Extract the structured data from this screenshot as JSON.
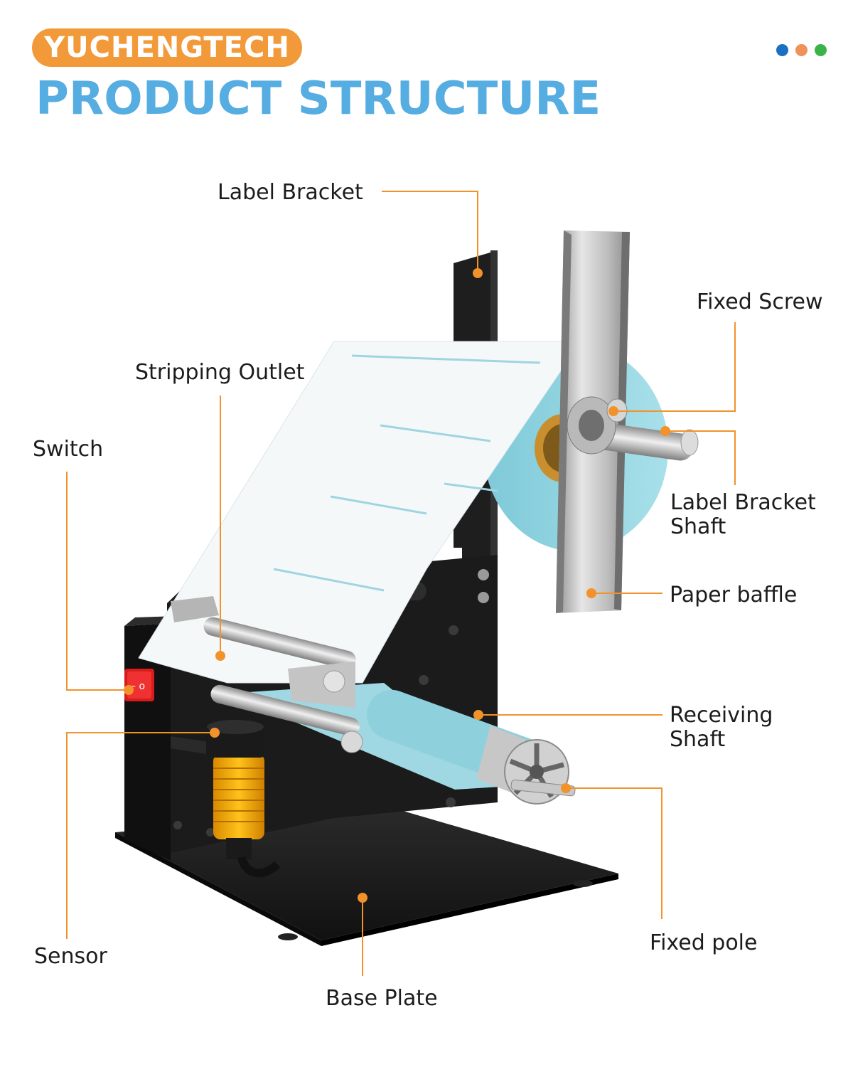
{
  "brand": {
    "name": "YUCHENGTECH"
  },
  "header": {
    "title": "PRODUCT STRUCTURE"
  },
  "colors": {
    "brand_orange": "#f29a3a",
    "title_blue": "#55ade2",
    "leader_orange": "#f2922a",
    "dot_blue": "#1a6fc4",
    "dot_orange": "#f0915a",
    "dot_green": "#3cb34a"
  },
  "decor": {
    "dots": [
      "dot-blue",
      "dot-orange",
      "dot-green"
    ]
  },
  "parts": {
    "label_bracket": "Label Bracket",
    "fixed_screw": "Fixed Screw",
    "stripping_outlet": "Stripping Outlet",
    "switch": "Switch",
    "label_bracket_shaft_1": "Label Bracket",
    "label_bracket_shaft_2": "Shaft",
    "paper_baffle": "Paper baffle",
    "receiving_shaft_1": "Receiving",
    "receiving_shaft_2": "Shaft",
    "sensor": "Sensor",
    "base_plate": "Base Plate",
    "fixed_pole": "Fixed pole"
  }
}
